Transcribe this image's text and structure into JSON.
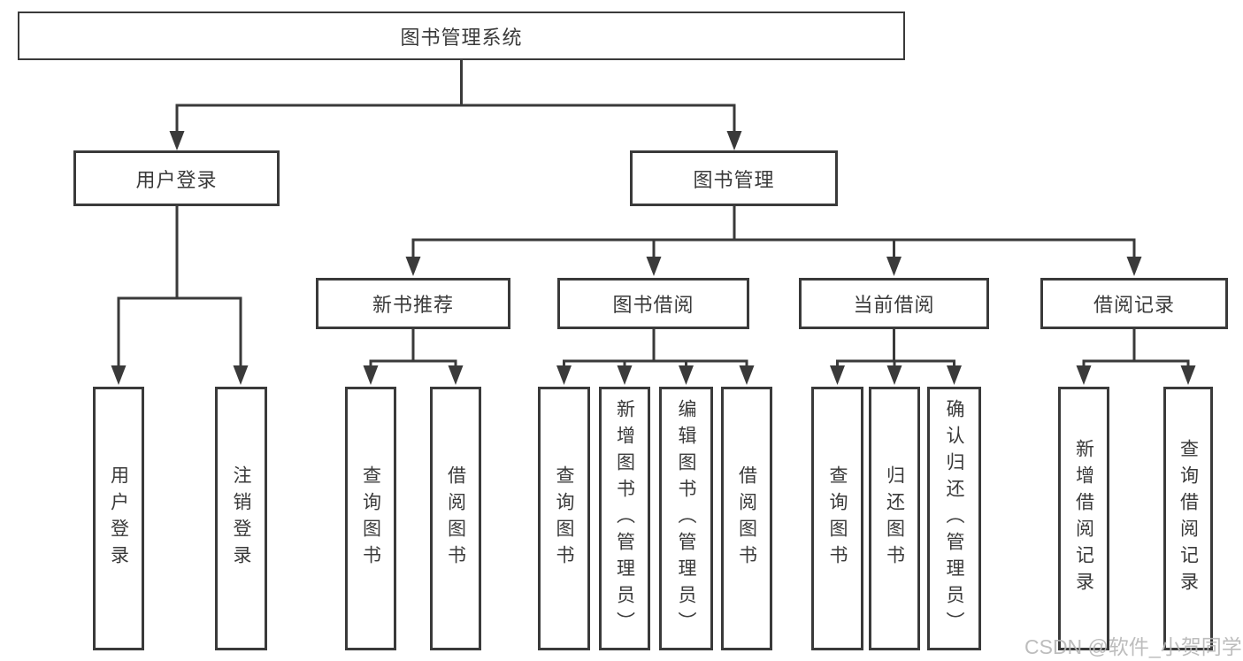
{
  "title": "图书管理系统",
  "level2": [
    {
      "label": "用户登录"
    },
    {
      "label": "图书管理"
    }
  ],
  "level3": [
    {
      "label": "新书推荐"
    },
    {
      "label": "图书借阅"
    },
    {
      "label": "当前借阅"
    },
    {
      "label": "借阅记录"
    }
  ],
  "leaves": [
    {
      "parent": "用户登录",
      "label": "用户登录"
    },
    {
      "parent": "用户登录",
      "label": "注销登录"
    },
    {
      "parent": "新书推荐",
      "label": "查询图书"
    },
    {
      "parent": "新书推荐",
      "label": "借阅图书"
    },
    {
      "parent": "图书借阅",
      "label": "查询图书"
    },
    {
      "parent": "图书借阅",
      "label": "新增图书（管理员）"
    },
    {
      "parent": "图书借阅",
      "label": "编辑图书（管理员）"
    },
    {
      "parent": "图书借阅",
      "label": "借阅图书"
    },
    {
      "parent": "当前借阅",
      "label": "查询图书"
    },
    {
      "parent": "当前借阅",
      "label": "归还图书"
    },
    {
      "parent": "当前借阅",
      "label": "确认归还（管理员）"
    },
    {
      "parent": "借阅记录",
      "label": "新增借阅记录"
    },
    {
      "parent": "借阅记录",
      "label": "查询借阅记录"
    }
  ],
  "watermark": "CSDN @软件_小贺同学",
  "colors": {
    "line": "#3a3a3a",
    "text": "#3a3a3a",
    "watermark": "#b6b6b6",
    "background": "#ffffff"
  }
}
